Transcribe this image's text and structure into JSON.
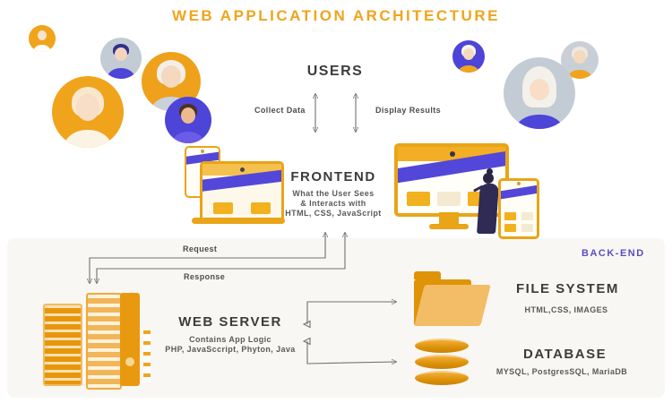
{
  "title": "WEB APPLICATION ARCHITECTURE",
  "users": {
    "heading": "USERS",
    "collect_label": "Collect Data",
    "display_label": "Display Results"
  },
  "frontend": {
    "heading": "FRONTEND",
    "line1": "What the User Sees",
    "line2": "& Interacts with",
    "line3": "HTML, CSS, JavaScript"
  },
  "connections": {
    "request": "Request",
    "response": "Response"
  },
  "backend": {
    "label": "BACK-END"
  },
  "web_server": {
    "heading": "WEB SERVER",
    "line1": "Contains App Logic",
    "line2": "PHP, JavaSccript, Phyton, Java"
  },
  "file_system": {
    "heading": "FILE SYSTEM",
    "subtitle": "HTML,CSS, IMAGES"
  },
  "database": {
    "heading": "DATABASE",
    "subtitle": "MYSQL, PostgresSQL, MariaDB"
  },
  "icons": [
    "user-avatar-icon",
    "phone-icon",
    "laptop-icon",
    "monitor-icon",
    "tablet-icon",
    "person-icon",
    "server-rack-icon",
    "folder-icon",
    "database-cylinder-icon",
    "arrow-connector-icon"
  ],
  "colors": {
    "accent_orange": "#F0A41E",
    "accent_indigo": "#4D44D8",
    "accent_gray": "#C6CDD3",
    "wave_purple": "#5347D9",
    "backend_label_purple": "#5A4EC2",
    "heading_text": "#3C3C3C",
    "arrow_gray": "#707070",
    "panel_bg": "#F8F7F4",
    "folder_back": "#DF9306",
    "folder_front": "#F3BC67"
  }
}
